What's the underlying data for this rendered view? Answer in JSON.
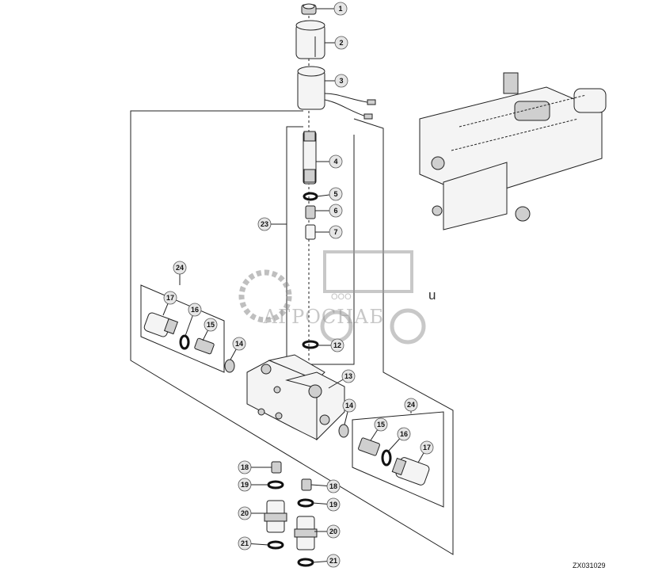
{
  "callouts": [
    {
      "label": "1"
    },
    {
      "label": "2"
    },
    {
      "label": "3"
    },
    {
      "label": "4"
    },
    {
      "label": "5"
    },
    {
      "label": "6"
    },
    {
      "label": "7"
    },
    {
      "label": "23"
    },
    {
      "label": "24"
    },
    {
      "label": "17"
    },
    {
      "label": "16"
    },
    {
      "label": "15"
    },
    {
      "label": "14"
    },
    {
      "label": "12"
    },
    {
      "label": "13"
    },
    {
      "label": "14"
    },
    {
      "label": "24"
    },
    {
      "label": "15"
    },
    {
      "label": "16"
    },
    {
      "label": "17"
    },
    {
      "label": "18"
    },
    {
      "label": "19"
    },
    {
      "label": "18"
    },
    {
      "label": "20"
    },
    {
      "label": "19"
    },
    {
      "label": "21"
    },
    {
      "label": "20"
    },
    {
      "label": "21"
    }
  ],
  "watermark": {
    "company_prefix": "ООО",
    "company_name": "АГРОСНАБ"
  },
  "stray_text": "u",
  "figure_code": "ZX031029"
}
